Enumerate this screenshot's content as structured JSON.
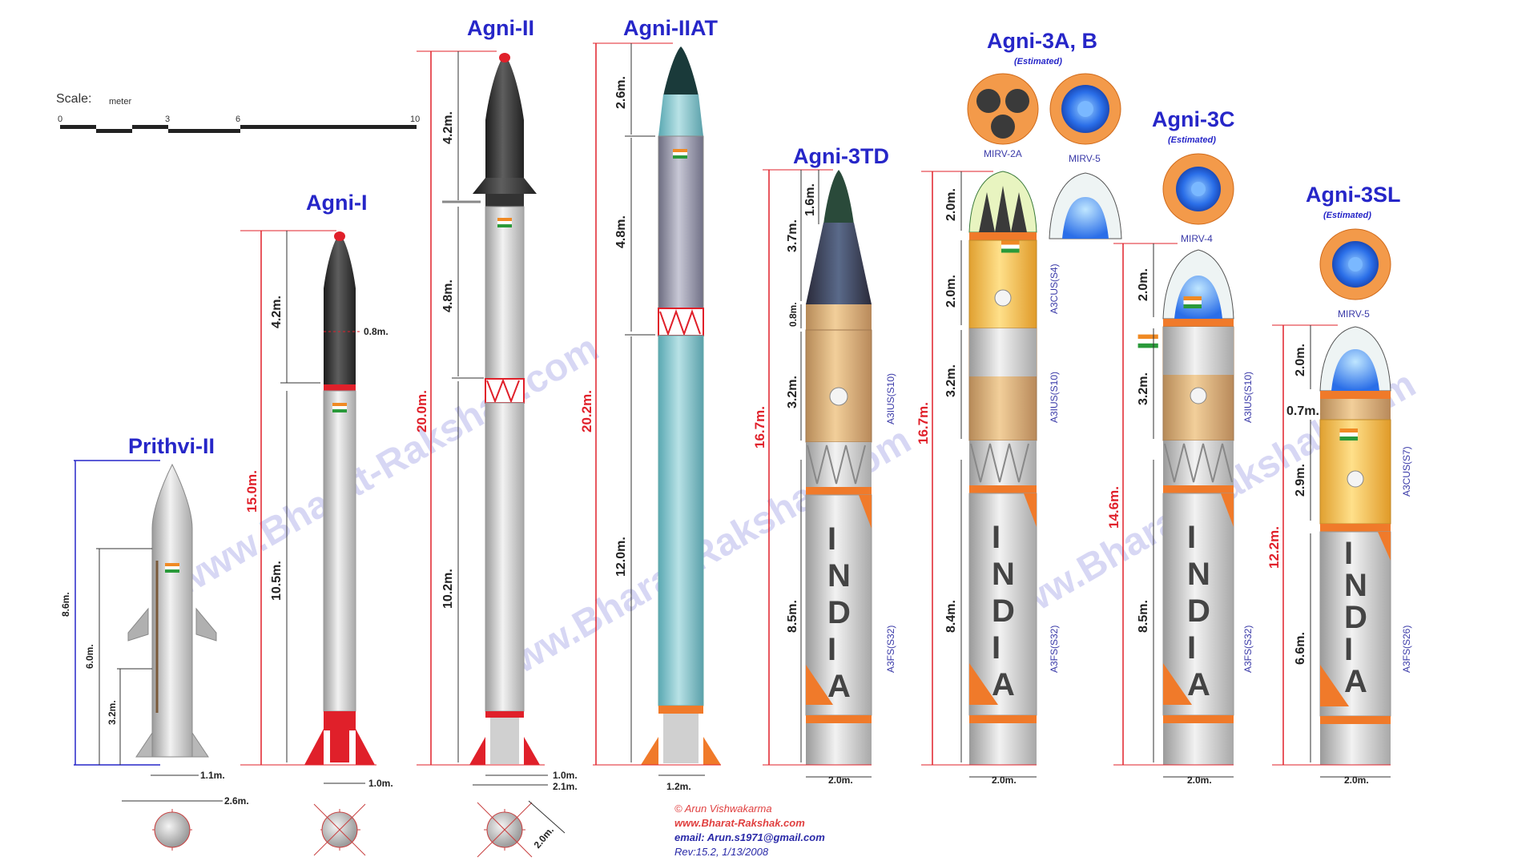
{
  "scale": {
    "label": "Scale:",
    "unit": "meter",
    "ticks": [
      "0",
      "3",
      "6",
      "10"
    ]
  },
  "missiles": {
    "prithvi": {
      "name": "Prithvi-II",
      "total": "8.6m.",
      "body": "6.0m.",
      "tail": "3.2m.",
      "width": "1.1m.",
      "span": "2.6m."
    },
    "agni1": {
      "name": "Agni-I",
      "total": "15.0m.",
      "nose": "4.2m.",
      "body": "10.5m.",
      "nose_width": "0.8m.",
      "width": "1.0m."
    },
    "agni2": {
      "name": "Agni-II",
      "total": "20.0m.",
      "nose": "4.2m.",
      "mid": "4.8m.",
      "body": "10.2m.",
      "width": "1.0m.",
      "span": "2.1m.",
      "diag": "2.0m."
    },
    "agni2at": {
      "name": "Agni-IIAT",
      "total": "20.2m.",
      "nose": "2.6m.",
      "mid": "4.8m.",
      "body": "12.0m.",
      "width": "1.2m."
    },
    "agni3td": {
      "name": "Agni-3TD",
      "total": "16.7m.",
      "tip": "1.6m.",
      "nose": "3.7m.",
      "ring": "0.8m.",
      "upper": "3.2m.",
      "lower": "8.5m.",
      "width": "2.0m.",
      "stage_upper": "A3IUS(S10)",
      "stage_lower": "A3FS(S32)"
    },
    "agni3ab": {
      "name": "Agni-3A, B",
      "note": "(Estimated)",
      "total": "16.7m.",
      "nose": "2.0m.",
      "third": "2.0m.",
      "upper": "3.2m.",
      "lower": "8.4m.",
      "width": "2.0m.",
      "stage_top": "A3CUS(S4)",
      "stage_upper": "A3IUS(S10)",
      "stage_lower": "A3FS(S32)",
      "mirv_a": "MIRV-2A",
      "mirv_b": "MIRV-5"
    },
    "agni3c": {
      "name": "Agni-3C",
      "note": "(Estimated)",
      "total": "14.6m.",
      "nose": "2.0m.",
      "upper": "3.2m.",
      "lower": "8.5m.",
      "width": "2.0m.",
      "stage_upper": "A3IUS(S10)",
      "stage_lower": "A3FS(S32)",
      "mirv": "MIRV-4"
    },
    "agni3sl": {
      "name": "Agni-3SL",
      "note": "(Estimated)",
      "total": "12.2m.",
      "nose": "2.0m.",
      "ring": "0.7m.",
      "upper": "2.9m.",
      "lower": "6.6m.",
      "width": "2.0m.",
      "stage_upper": "A3CUS(S7)",
      "stage_lower": "A3FS(S26)",
      "mirv": "MIRV-5"
    }
  },
  "india_letters": [
    "I",
    "N",
    "D",
    "I",
    "A"
  ],
  "watermark": "www.Bharat-Rakshak.com",
  "credit": {
    "author": "© Arun Vishwakarma",
    "site": "www.Bharat-Rakshak.com",
    "email": "email: Arun.s1971@gmail.com",
    "rev": "Rev:15.2,     1/13/2008"
  },
  "colors": {
    "title": "#2626c8",
    "dimension": "#e0202a",
    "stage_orange": "#f07a2a",
    "nose_dark": "#3a3a3a",
    "body_teal": "#7ec4cc",
    "mirv_blue": "#2a6ee8"
  }
}
